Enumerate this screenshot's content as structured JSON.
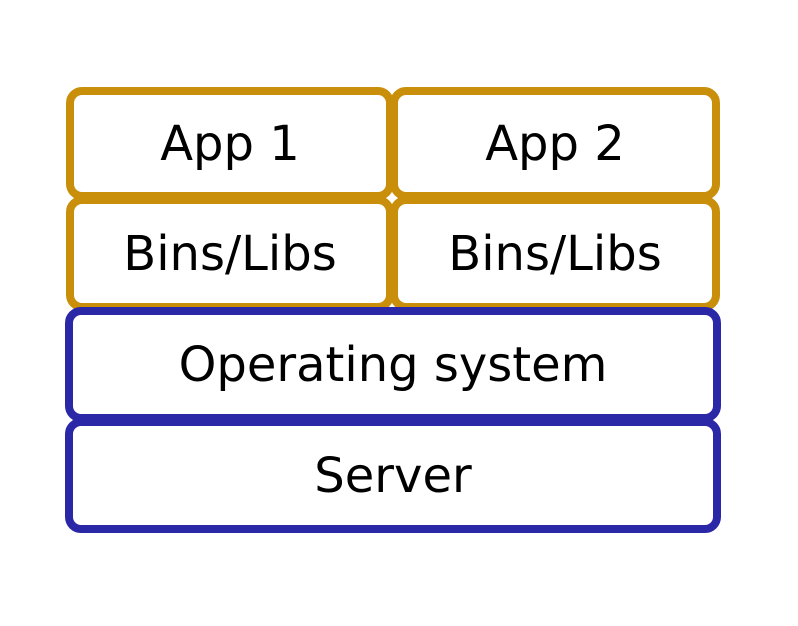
{
  "colors": {
    "app_layer_border": "#C98F0A",
    "system_layer_border": "#2B28A8",
    "text": "#000000"
  },
  "stack": {
    "apps": [
      {
        "app": "App 1",
        "libs": "Bins/Libs"
      },
      {
        "app": "App 2",
        "libs": "Bins/Libs"
      }
    ],
    "operating_system": "Operating system",
    "server": "Server"
  }
}
